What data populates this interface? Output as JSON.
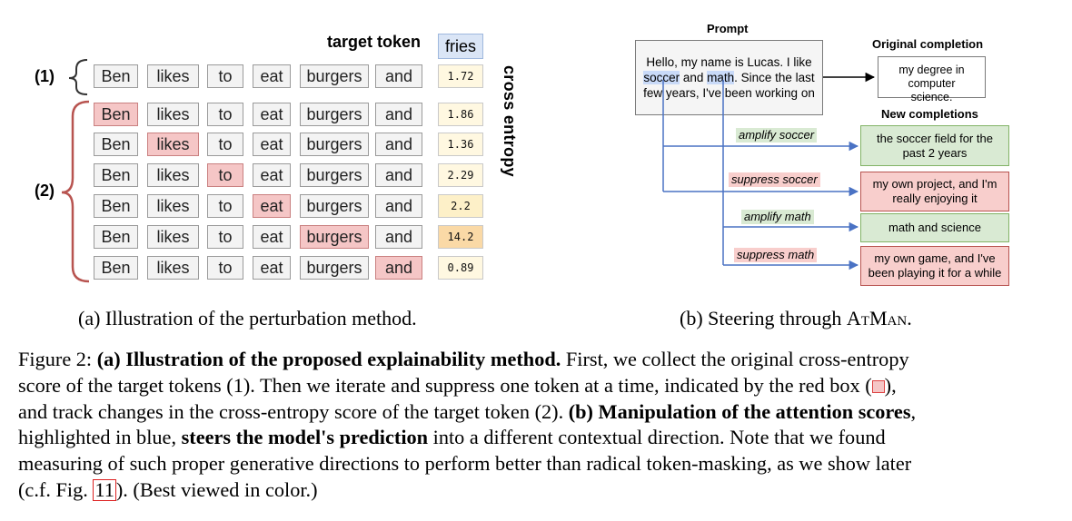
{
  "panel_a": {
    "target_token_label": "target token",
    "target_token": "fries",
    "cross_entropy_label": "cross entropy",
    "group1_label": "(1)",
    "group2_label": "(2)",
    "tokens": [
      "Ben",
      "likes",
      "to",
      "eat",
      "burgers",
      "and"
    ],
    "rows": [
      {
        "suppressed_index": -1,
        "score": "1.72"
      },
      {
        "suppressed_index": 0,
        "score": "1.86"
      },
      {
        "suppressed_index": 1,
        "score": "1.36"
      },
      {
        "suppressed_index": 2,
        "score": "2.29"
      },
      {
        "suppressed_index": 3,
        "score": "2.2"
      },
      {
        "suppressed_index": 4,
        "score": "14.2"
      },
      {
        "suppressed_index": 5,
        "score": "0.89"
      }
    ],
    "score_colors": [
      "#fff8e1",
      "#fff8e1",
      "#fff8e1",
      "#fff8e1",
      "#fdf0c8",
      "#fad9a6",
      "#fff8e1"
    ],
    "caption": "(a) Illustration of the perturbation method."
  },
  "panel_b": {
    "prompt_title": "Prompt",
    "prompt_line1": "Hello, my name is Lucas. I like",
    "prompt_word_soccer": "soccer",
    "prompt_and": " and ",
    "prompt_word_math": "math",
    "prompt_line2_rest": ". Since the last",
    "prompt_line3": "few years, I've been working on",
    "original_title": "Original completion",
    "original_text": "my degree in computer science.",
    "new_title": "New completions",
    "steers": [
      {
        "label": "amplify soccer",
        "completion": "the soccer field for the past 2 years",
        "kind": "amplify"
      },
      {
        "label": "suppress soccer",
        "completion": "my own project, and I'm really enjoying it",
        "kind": "suppress"
      },
      {
        "label": "amplify math",
        "completion": "math and science",
        "kind": "amplify"
      },
      {
        "label": "suppress math",
        "completion": "my own game, and I've been playing it for a while",
        "kind": "suppress"
      }
    ],
    "colors": {
      "amplify_fill": "#d9ead3",
      "amplify_border": "#82b366",
      "suppress_fill": "#f8cecc",
      "suppress_border": "#b85450",
      "arrow": "#4a72c4",
      "highlight": "#c9daf8"
    },
    "caption_prefix": "(b) Steering through ",
    "caption_method": "AtMan",
    "caption_suffix": "."
  },
  "figure_caption": {
    "l1_a": "Figure 2: ",
    "l1_b": "(a) Illustration of the proposed explainability method.",
    "l1_c": " First, we collect the original cross-entropy",
    "l2": "score of the target tokens (1). Then we iterate and suppress one token at a time, indicated by the red box (",
    "l2_end": "),",
    "l3_a": "and track changes in the cross-entropy score of the target token (2). ",
    "l3_b": "(b) Manipulation of the attention scores",
    "l3_c": ",",
    "l4_a": "highlighted in blue, ",
    "l4_b": "steers the model's prediction",
    "l4_c": " into a different contextual direction. Note that we found",
    "l5": "measuring of such proper generative directions to perform better than radical token-masking, as we show later",
    "l6_a": "(c.f. Fig. ",
    "l6_ref": "11",
    "l6_b": "). (Best viewed in color.)"
  }
}
